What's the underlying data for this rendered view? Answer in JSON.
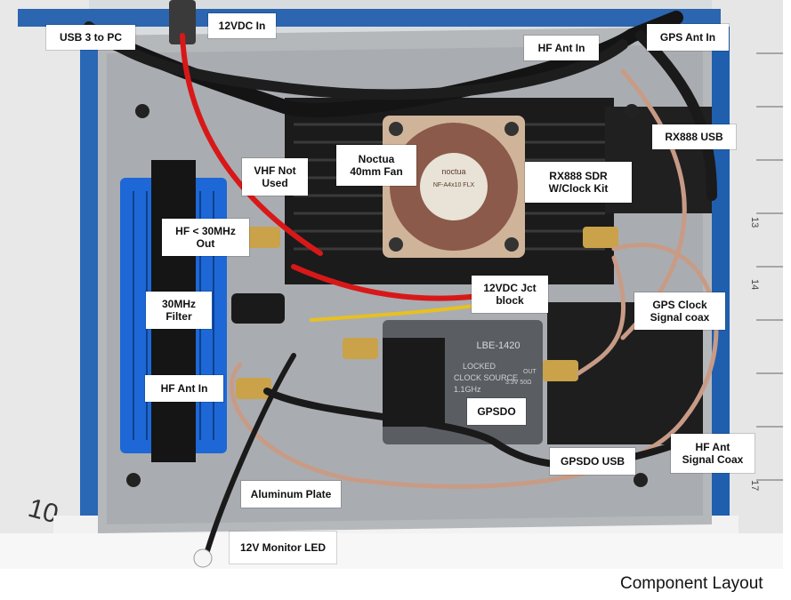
{
  "caption": "Component Layout",
  "labels": {
    "usb3_to_pc": "USB 3 to PC",
    "vdc_in": "12VDC In",
    "hf_ant_in_top": "HF Ant In",
    "gps_ant_in": "GPS Ant In",
    "rx888_usb": "RX888 USB",
    "vhf_not_used": "VHF Not\nUsed",
    "noctua_fan": "Noctua\n40mm Fan",
    "rx888_sdr": "RX888 SDR\nW/Clock Kit",
    "hf_out": "HF < 30MHz\nOut",
    "vdc_jct_block": "12VDC Jct\nblock",
    "filter_30mhz": "30MHz\nFilter",
    "gps_clock_coax": "GPS Clock\nSignal coax",
    "hf_ant_in_filter": "HF Ant In",
    "gpsdo": "GPSDO",
    "gpsdo_usb": "GPSDO USB",
    "hf_ant_signal_coax": "HF Ant\nSignal Coax",
    "aluminum_plate": "Aluminum Plate",
    "monitor_led": "12V Monitor LED"
  },
  "photo_text": {
    "fan_brand": "noctua",
    "fan_model": "NF-A4x10 FLX",
    "gpsdo_brand": "LBE-1420",
    "gpsdo_locked": "LOCKED",
    "gpsdo_source": "CLOCK SOURCE",
    "gpsdo_out": "OUT",
    "gpsdo_volt": "3.3V 50Ω",
    "gpsdo_freq": "1.1GHz",
    "ruler_13": "13",
    "ruler_14": "14",
    "ruler_17": "17",
    "ruler_10": "10"
  }
}
